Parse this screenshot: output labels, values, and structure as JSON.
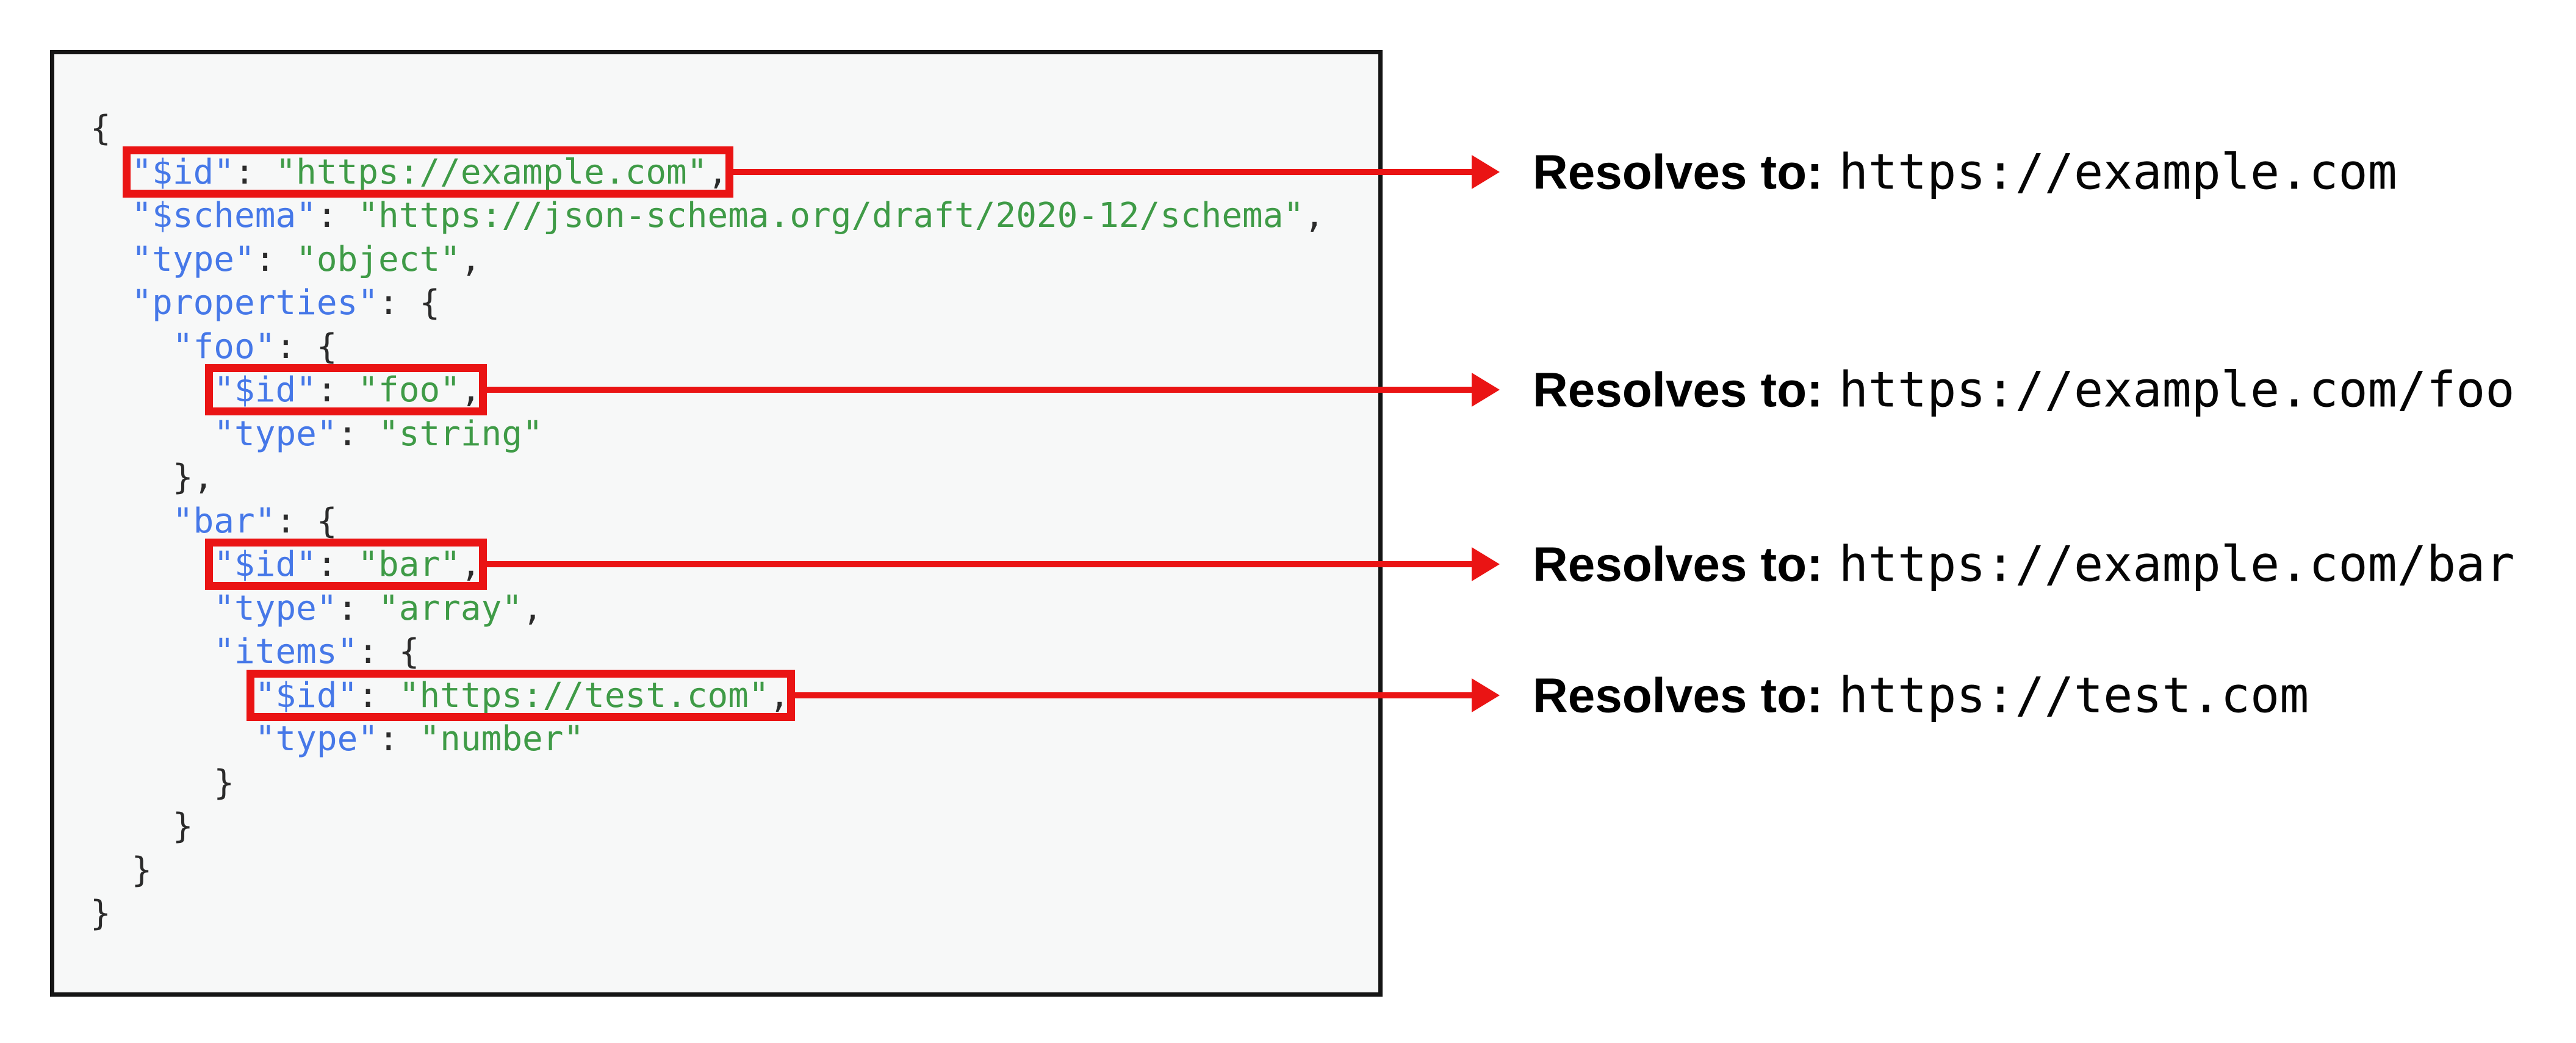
{
  "panel": {
    "background": "#f7f8f8",
    "border_color": "#151515"
  },
  "colors": {
    "key": "#4678e8",
    "string": "#3f9b47",
    "plain": "#2b2b2b",
    "highlight_red": "#ea1414"
  },
  "code": {
    "language": "json",
    "lines": [
      {
        "indent": "",
        "tokens": [
          [
            "p",
            "{"
          ]
        ]
      },
      {
        "indent": "  ",
        "hl": 0,
        "tokens": [
          [
            "k",
            "\"$id\""
          ],
          [
            "p",
            ": "
          ],
          [
            "s",
            "\"https://example.com\""
          ],
          [
            "p",
            ","
          ]
        ]
      },
      {
        "indent": "  ",
        "tokens": [
          [
            "k",
            "\"$schema\""
          ],
          [
            "p",
            ": "
          ],
          [
            "s",
            "\"https://json-schema.org/draft/2020-12/schema\""
          ],
          [
            "p",
            ","
          ]
        ]
      },
      {
        "indent": "  ",
        "tokens": [
          [
            "k",
            "\"type\""
          ],
          [
            "p",
            ": "
          ],
          [
            "s",
            "\"object\""
          ],
          [
            "p",
            ","
          ]
        ]
      },
      {
        "indent": "  ",
        "tokens": [
          [
            "k",
            "\"properties\""
          ],
          [
            "p",
            ": {"
          ]
        ]
      },
      {
        "indent": "    ",
        "tokens": [
          [
            "k",
            "\"foo\""
          ],
          [
            "p",
            ": {"
          ]
        ]
      },
      {
        "indent": "      ",
        "hl": 1,
        "tokens": [
          [
            "k",
            "\"$id\""
          ],
          [
            "p",
            ": "
          ],
          [
            "s",
            "\"foo\""
          ],
          [
            "p",
            ","
          ]
        ]
      },
      {
        "indent": "      ",
        "tokens": [
          [
            "k",
            "\"type\""
          ],
          [
            "p",
            ": "
          ],
          [
            "s",
            "\"string\""
          ]
        ]
      },
      {
        "indent": "    ",
        "tokens": [
          [
            "p",
            "},"
          ]
        ]
      },
      {
        "indent": "    ",
        "tokens": [
          [
            "k",
            "\"bar\""
          ],
          [
            "p",
            ": {"
          ]
        ]
      },
      {
        "indent": "      ",
        "hl": 2,
        "tokens": [
          [
            "k",
            "\"$id\""
          ],
          [
            "p",
            ": "
          ],
          [
            "s",
            "\"bar\""
          ],
          [
            "p",
            ","
          ]
        ]
      },
      {
        "indent": "      ",
        "tokens": [
          [
            "k",
            "\"type\""
          ],
          [
            "p",
            ": "
          ],
          [
            "s",
            "\"array\""
          ],
          [
            "p",
            ","
          ]
        ]
      },
      {
        "indent": "      ",
        "tokens": [
          [
            "k",
            "\"items\""
          ],
          [
            "p",
            ": {"
          ]
        ]
      },
      {
        "indent": "        ",
        "hl": 3,
        "tokens": [
          [
            "k",
            "\"$id\""
          ],
          [
            "p",
            ": "
          ],
          [
            "s",
            "\"https://test.com\""
          ],
          [
            "p",
            ","
          ]
        ]
      },
      {
        "indent": "        ",
        "tokens": [
          [
            "k",
            "\"type\""
          ],
          [
            "p",
            ": "
          ],
          [
            "s",
            "\"number\""
          ]
        ]
      },
      {
        "indent": "      ",
        "tokens": [
          [
            "p",
            "}"
          ]
        ]
      },
      {
        "indent": "    ",
        "tokens": [
          [
            "p",
            "}"
          ]
        ]
      },
      {
        "indent": "  ",
        "tokens": [
          [
            "p",
            "}"
          ]
        ]
      },
      {
        "indent": "",
        "tokens": [
          [
            "p",
            "}"
          ]
        ]
      }
    ]
  },
  "annotations": [
    {
      "label": "Resolves to:",
      "value": "https://example.com"
    },
    {
      "label": "Resolves to:",
      "value": "https://example.com/foo"
    },
    {
      "label": "Resolves to:",
      "value": "https://example.com/bar"
    },
    {
      "label": "Resolves to:",
      "value": "https://test.com"
    }
  ]
}
